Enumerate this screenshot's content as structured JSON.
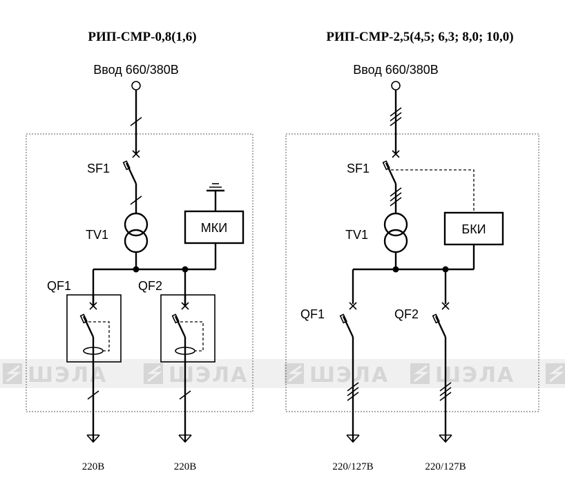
{
  "watermark": {
    "text": "ШЭЛА",
    "color": "#d6d6d6"
  },
  "left": {
    "title": "РИП-СМР-0,8(1,6)",
    "input_label": "Ввод 660/380В",
    "breaker_label": "SF1",
    "transformer_label": "TV1",
    "module_label": "МКИ",
    "feeder1_label": "QF1",
    "feeder2_label": "QF2",
    "output1_label": "220В",
    "output2_label": "220В"
  },
  "right": {
    "title": "РИП-СМР-2,5(4,5; 6,3; 8,0; 10,0)",
    "input_label": "Ввод 660/380В",
    "breaker_label": "SF1",
    "transformer_label": "TV1",
    "module_label": "БКИ",
    "feeder1_label": "QF1",
    "feeder2_label": "QF2",
    "output1_label": "220/127В",
    "output2_label": "220/127В"
  },
  "icons": {
    "input_terminal": "terminal-circle-icon",
    "breaker": "circuit-breaker-icon",
    "transformer": "transformer-icon",
    "ground": "ground-icon",
    "output": "output-arrow-icon"
  }
}
